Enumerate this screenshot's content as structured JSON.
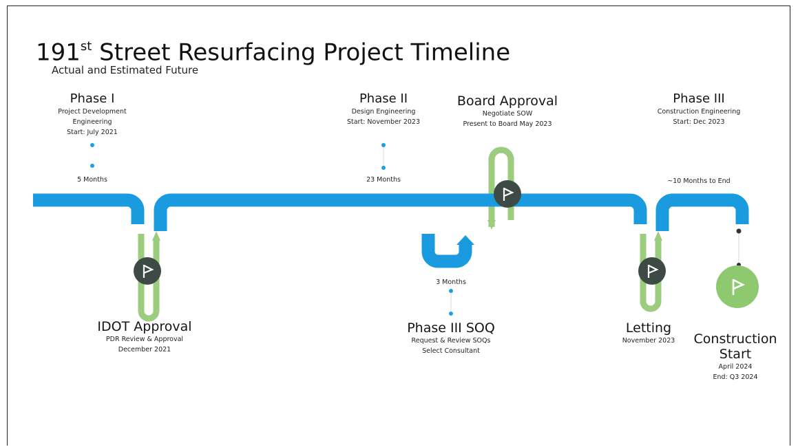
{
  "title": {
    "main": "191",
    "sup": "st",
    "rest": " Street Resurfacing Project Timeline",
    "subtitle": "Actual and Estimated Future"
  },
  "milestones": {
    "phase1": {
      "heading": "Phase I",
      "line1": "Project Development",
      "line2": "Engineering",
      "line3": "Start: July 2021",
      "duration": "5 Months"
    },
    "phase2": {
      "heading": "Phase II",
      "line1": "Design Engineering",
      "line2": "Start: November 2023",
      "duration": "23 Months"
    },
    "board": {
      "heading": "Board Approval",
      "line1": "Negotiate SOW",
      "line2": "Present to Board May 2023"
    },
    "phase3": {
      "heading": "Phase III",
      "line1": "Construction Engineering",
      "line2": "Start: Dec 2023",
      "duration": "~10 Months to End"
    },
    "idot": {
      "heading": "IDOT Approval",
      "line1": "PDR Review & Approval",
      "line2": "December 2021"
    },
    "soq": {
      "heading": "Phase III SOQ",
      "line1": "Request & Review SOQs",
      "line2": "Select Consultant",
      "duration": "3 Months"
    },
    "letting": {
      "heading": "Letting",
      "line1": "November 2023"
    },
    "construction": {
      "heading1": "Construction",
      "heading2": "Start",
      "line1": "April 2024",
      "line2": "End: Q3 2024"
    }
  },
  "colors": {
    "blue": "#1a9be0",
    "green": "#9ccc7e",
    "marker_dark": "#3d4a45",
    "construction_circle": "#8fc96f",
    "dot": "#1aa0e6"
  },
  "icons": [
    "flag-icon"
  ]
}
